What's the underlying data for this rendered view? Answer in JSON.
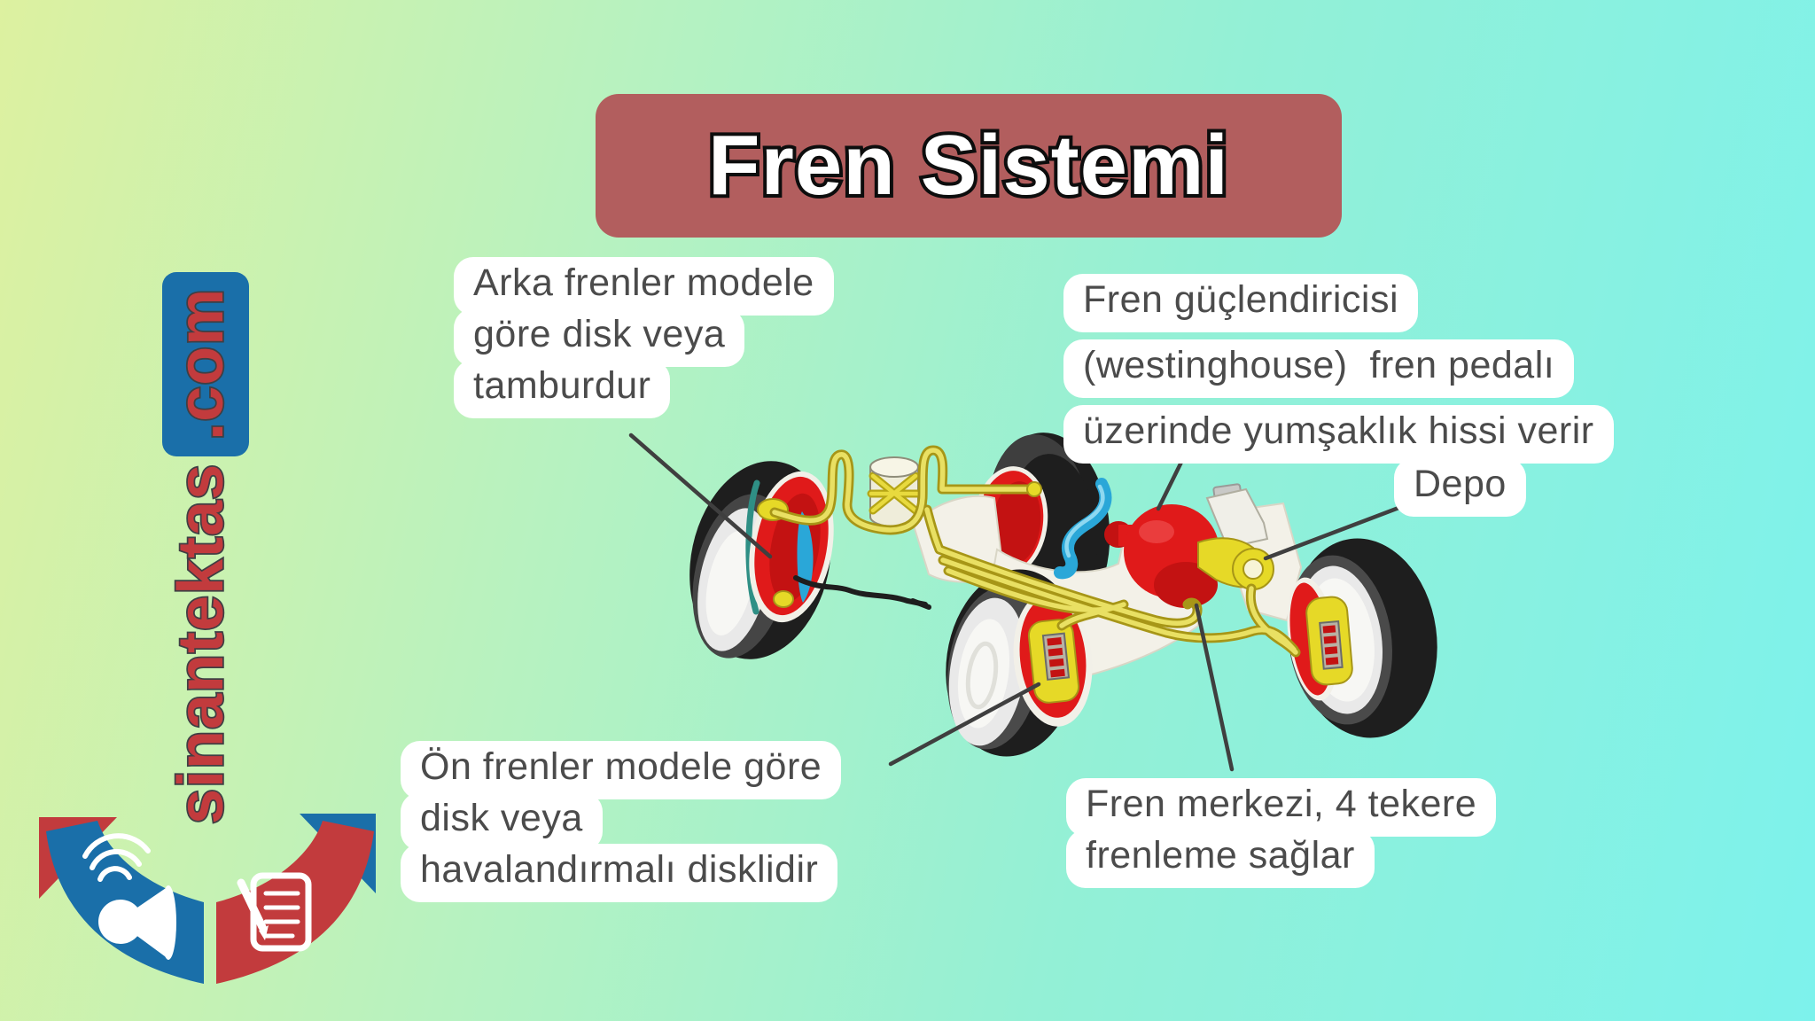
{
  "title": "Fren Sistemi",
  "watermark": {
    "name": "sinantektas",
    "tld": ".com"
  },
  "labels": {
    "rear_brakes": {
      "lines": [
        "Arka frenler modele",
        "göre disk veya",
        "tamburdur"
      ]
    },
    "booster": {
      "lines": [
        "Fren güçlendiricisi",
        "(westinghouse)  fren pedalı",
        "üzerinde yumşaklık hissi verir"
      ]
    },
    "reservoir": {
      "lines": [
        "Depo"
      ]
    },
    "front_brakes": {
      "lines": [
        "Ön frenler modele göre",
        "disk veya",
        "havalandırmalı disklidir"
      ]
    },
    "master_cylinder": {
      "lines": [
        "Fren merkezi, 4 tekere",
        "frenleme sağlar"
      ]
    }
  },
  "icons": {
    "announce": "megaphone-icon",
    "notes": "notepad-pencil-icon"
  },
  "colors": {
    "bg_left": "#ddf1a0",
    "bg_mid": "#b7f2c0",
    "bg_right": "#7df2ec",
    "banner": "#b25e5e",
    "banner_text": "#ffffff",
    "title_outline": "#0d0d0d",
    "label_bg": "#ffffff",
    "label_text": "#4b4b4b",
    "ink": "#3f3f3f",
    "brand_red": "#c23b3d",
    "brand_blue": "#1a6fa9",
    "tire": "#1e1e1e",
    "rim": "#e9e9e9",
    "part_red": "#e01a1a",
    "part_red_dark": "#c31212",
    "part_yellow": "#e6d927",
    "part_blue": "#2aa7d8",
    "tube_dark": "#a79617",
    "tube_light": "#e9e063",
    "chassis": "#f3f1e8",
    "backing": "#f2f0e8"
  }
}
